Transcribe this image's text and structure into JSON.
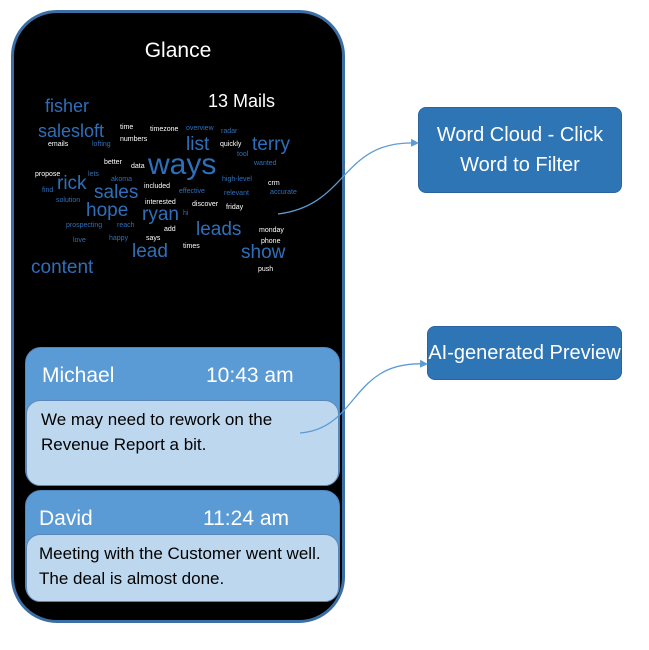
{
  "phone": {
    "title": "Glance",
    "mail_count": "13 Mails",
    "word_cloud": [
      {
        "text": "fisher",
        "size": 18,
        "color": "#2f6fba"
      },
      {
        "text": "salesloft",
        "size": 18,
        "color": "#2f6fba"
      },
      {
        "text": "time",
        "size": 7,
        "color": "#ffffff"
      },
      {
        "text": "timezone",
        "size": 7,
        "color": "#ffffff"
      },
      {
        "text": "overview",
        "size": 7,
        "color": "#2f6fba"
      },
      {
        "text": "radar",
        "size": 7,
        "color": "#2f6fba"
      },
      {
        "text": "numbers",
        "size": 7,
        "color": "#ffffff"
      },
      {
        "text": "emails",
        "size": 7,
        "color": "#ffffff"
      },
      {
        "text": "lofting",
        "size": 7,
        "color": "#2f6fba"
      },
      {
        "text": "list",
        "size": 19,
        "color": "#2f6fba"
      },
      {
        "text": "terry",
        "size": 19,
        "color": "#2f6fba"
      },
      {
        "text": "quickly",
        "size": 7,
        "color": "#ffffff"
      },
      {
        "text": "tool",
        "size": 7,
        "color": "#2f6fba"
      },
      {
        "text": "wanted",
        "size": 7,
        "color": "#2f6fba"
      },
      {
        "text": "better",
        "size": 7,
        "color": "#ffffff"
      },
      {
        "text": "data",
        "size": 7,
        "color": "#ffffff"
      },
      {
        "text": "ways",
        "size": 30,
        "color": "#2f6fba"
      },
      {
        "text": "propose",
        "size": 7,
        "color": "#ffffff"
      },
      {
        "text": "lets",
        "size": 7,
        "color": "#2f6fba"
      },
      {
        "text": "akoma",
        "size": 7,
        "color": "#2f6fba"
      },
      {
        "text": "high-level",
        "size": 7,
        "color": "#2f6fba"
      },
      {
        "text": "crm",
        "size": 7,
        "color": "#ffffff"
      },
      {
        "text": "rick",
        "size": 19,
        "color": "#2f6fba"
      },
      {
        "text": "find",
        "size": 7,
        "color": "#2f6fba"
      },
      {
        "text": "sales",
        "size": 19,
        "color": "#2f6fba"
      },
      {
        "text": "included",
        "size": 7,
        "color": "#ffffff"
      },
      {
        "text": "effective",
        "size": 7,
        "color": "#2f6fba"
      },
      {
        "text": "relevant",
        "size": 7,
        "color": "#2f6fba"
      },
      {
        "text": "accurate",
        "size": 7,
        "color": "#2f6fba"
      },
      {
        "text": "solution",
        "size": 7,
        "color": "#2f6fba"
      },
      {
        "text": "hope",
        "size": 19,
        "color": "#2f6fba"
      },
      {
        "text": "interested",
        "size": 7,
        "color": "#ffffff"
      },
      {
        "text": "discover",
        "size": 7,
        "color": "#ffffff"
      },
      {
        "text": "friday",
        "size": 7,
        "color": "#ffffff"
      },
      {
        "text": "hi",
        "size": 7,
        "color": "#2f6fba"
      },
      {
        "text": "ryan",
        "size": 19,
        "color": "#2f6fba"
      },
      {
        "text": "prospecting",
        "size": 7,
        "color": "#2f6fba"
      },
      {
        "text": "reach",
        "size": 7,
        "color": "#2f6fba"
      },
      {
        "text": "add",
        "size": 7,
        "color": "#ffffff"
      },
      {
        "text": "leads",
        "size": 19,
        "color": "#2f6fba"
      },
      {
        "text": "monday",
        "size": 7,
        "color": "#ffffff"
      },
      {
        "text": "love",
        "size": 7,
        "color": "#2f6fba"
      },
      {
        "text": "happy",
        "size": 7,
        "color": "#2f6fba"
      },
      {
        "text": "says",
        "size": 7,
        "color": "#ffffff"
      },
      {
        "text": "times",
        "size": 7,
        "color": "#ffffff"
      },
      {
        "text": "phone",
        "size": 7,
        "color": "#ffffff"
      },
      {
        "text": "lead",
        "size": 19,
        "color": "#2f6fba"
      },
      {
        "text": "show",
        "size": 19,
        "color": "#2f6fba"
      },
      {
        "text": "push",
        "size": 7,
        "color": "#ffffff"
      },
      {
        "text": "content",
        "size": 19,
        "color": "#2f6fba"
      }
    ],
    "emails": [
      {
        "sender": "Michael",
        "time": "10:43 am",
        "preview": "We may need to rework on the Revenue Report a bit."
      },
      {
        "sender": "David",
        "time": "11:24 am",
        "preview": "Meeting with the Customer went well. The deal is almost done."
      }
    ]
  },
  "callouts": {
    "word_cloud": "Word Cloud - Click Word to Filter",
    "preview": "AI-generated Preview"
  },
  "colors": {
    "phone_border": "#3a6ea5",
    "card_header": "#5b9bd5",
    "card_body": "#bdd7ee",
    "callout": "#2e75b6",
    "connector": "#5b9bd5"
  }
}
